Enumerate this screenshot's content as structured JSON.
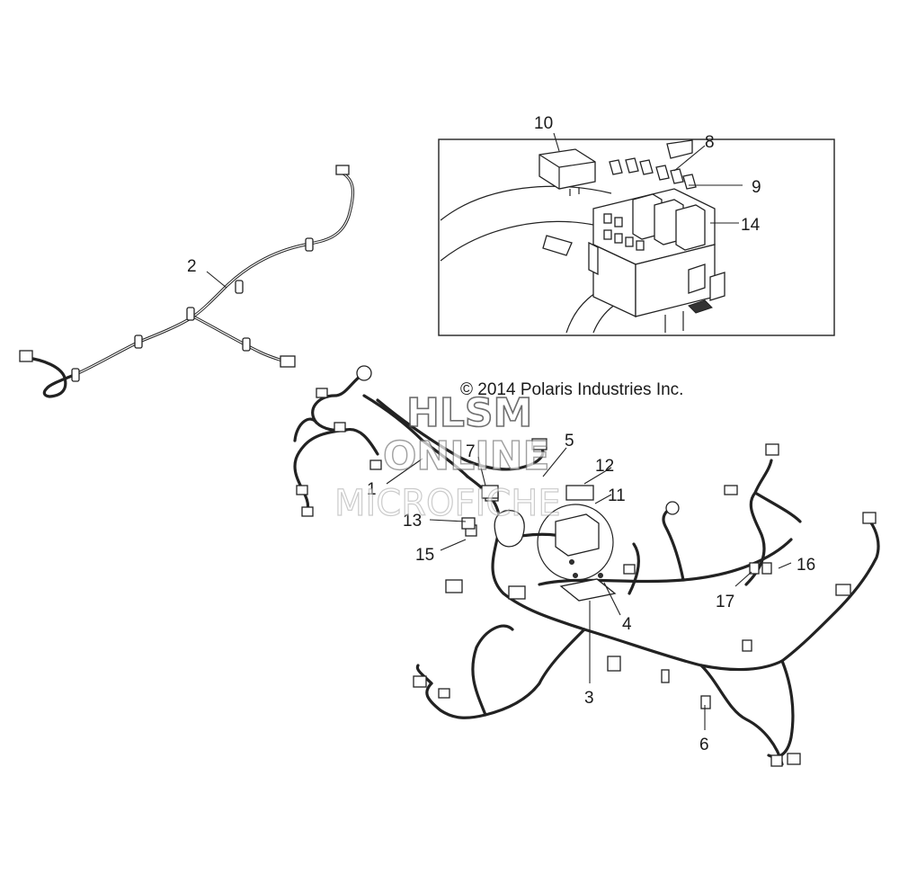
{
  "copyright": "© 2014 Polaris Industries Inc.",
  "watermark": {
    "line1": "HLSM",
    "line2": "ONLINE",
    "line3": "MICROFICHE"
  },
  "callouts": {
    "c1": "1",
    "c2": "2",
    "c3": "3",
    "c4": "4",
    "c5": "5",
    "c6": "6",
    "c7": "7",
    "c8": "8",
    "c9": "9",
    "c10": "10",
    "c11": "11",
    "c12": "12",
    "c13": "13",
    "c14": "14",
    "c15": "15",
    "c16": "16",
    "c17": "17"
  }
}
